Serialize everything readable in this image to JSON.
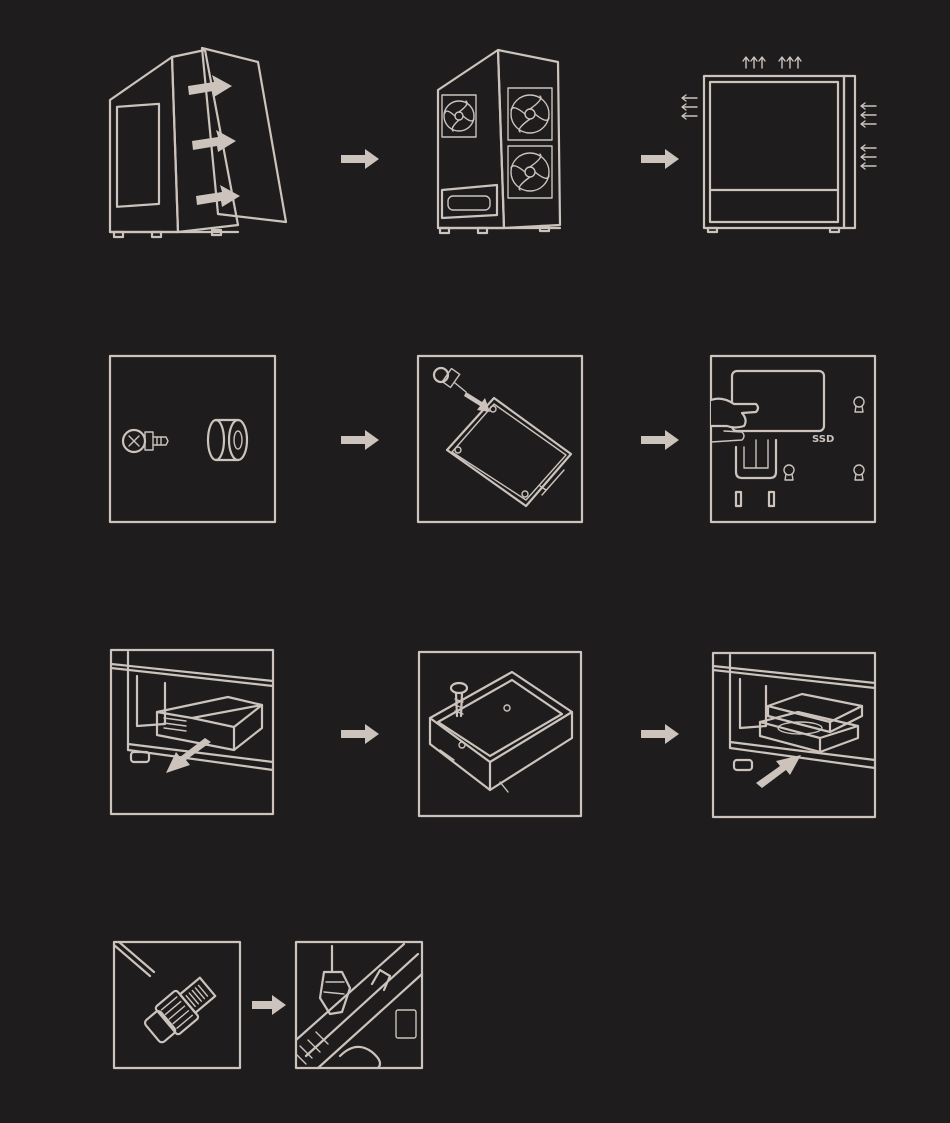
{
  "colors": {
    "background": "#1e1c1d",
    "line": "#cbc3bc"
  },
  "steps": [
    {
      "row": 1,
      "panels": [
        "remove-side-panels-illustration",
        "case-fans-illustration",
        "airflow-illustration"
      ]
    },
    {
      "row": 2,
      "panels": [
        "screw-and-grommet-illustration",
        "screw-into-ssd-illustration",
        "mount-ssd-illustration"
      ]
    },
    {
      "row": 3,
      "panels": [
        "pull-out-drive-tray-illustration",
        "screw-drive-into-tray-illustration",
        "push-in-drive-tray-illustration"
      ]
    },
    {
      "row": 4,
      "panels": [
        "usb-connector-illustration",
        "connect-to-motherboard-illustration"
      ]
    }
  ],
  "labels": {
    "ssd": "SSD"
  },
  "icons": {
    "step_arrow": "right-arrow-icon",
    "airflow_arrow": "small-arrow-icon"
  }
}
